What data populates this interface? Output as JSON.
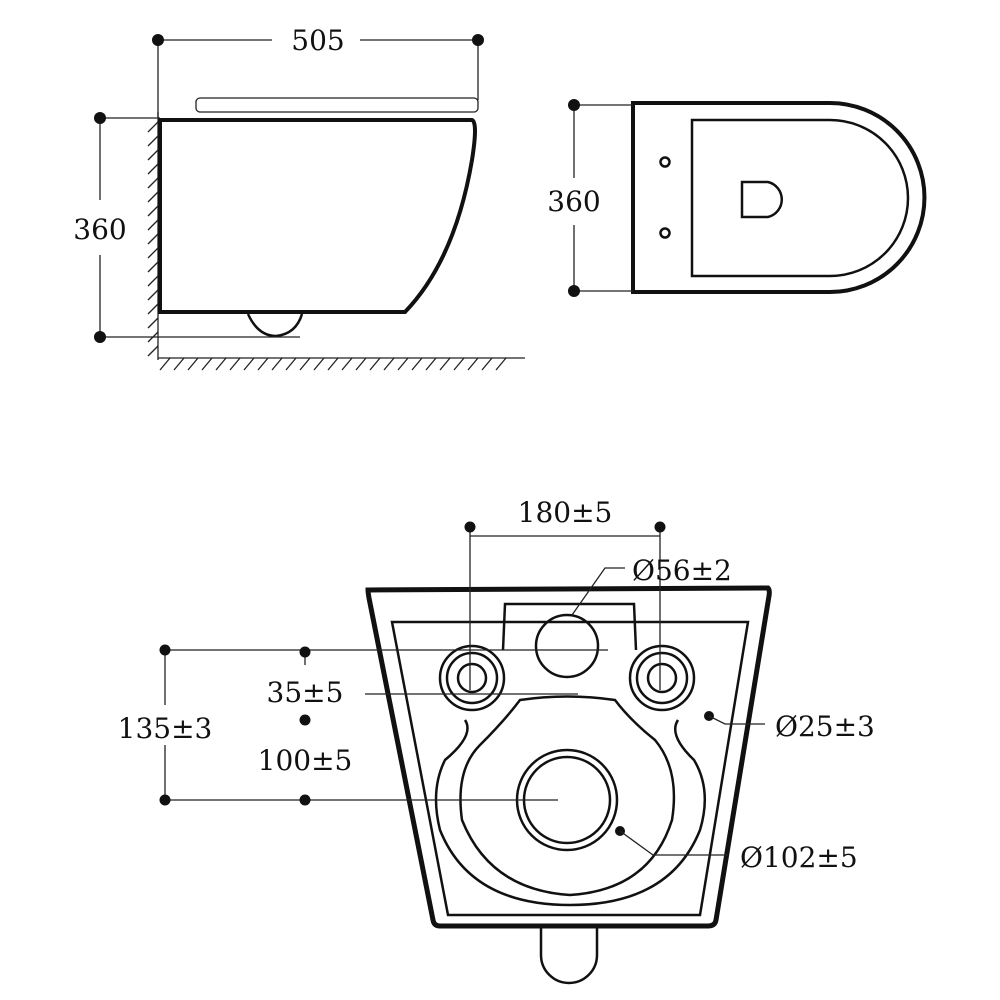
{
  "side_view": {
    "width_label": "505",
    "height_label": "360"
  },
  "top_view": {
    "height_label": "360"
  },
  "rear_view": {
    "bolt_spacing_label": "180±5",
    "inlet_diameter_label": "Ø56±2",
    "height_label": "135±3",
    "inlet_offset_label": "35±5",
    "outlet_offset_label": "100±5",
    "bolt_diameter_label": "Ø25±3",
    "outlet_diameter_label": "Ø102±5"
  },
  "colors": {
    "line": "#111111",
    "background": "#ffffff"
  }
}
